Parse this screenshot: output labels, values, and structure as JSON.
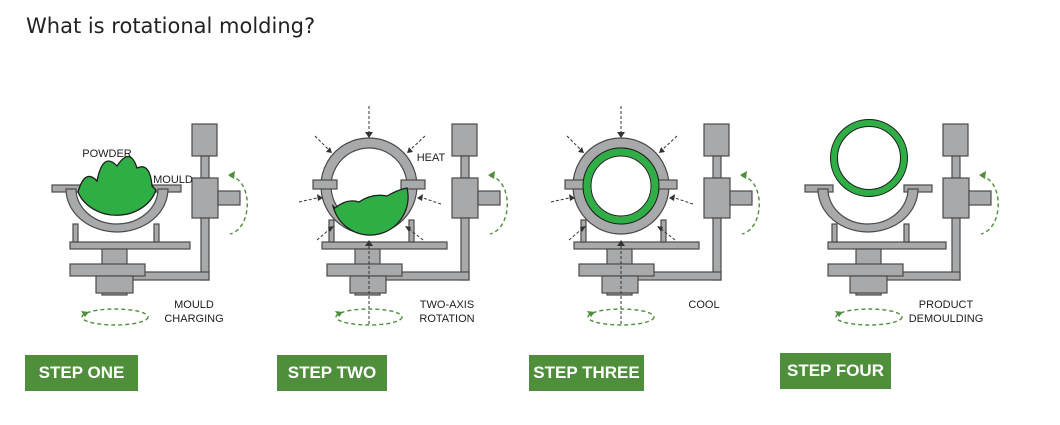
{
  "title": "What is rotational molding?",
  "colors": {
    "accent": "#4f8e3b",
    "material": "#2fae46",
    "metal": "#a8a9ab",
    "outline": "#4a4a4a"
  },
  "steps": [
    {
      "button": "STEP ONE",
      "caption": [
        "MOULD",
        "CHARGING"
      ],
      "callouts": [
        "POWDER",
        "MOULD"
      ]
    },
    {
      "button": "STEP TWO",
      "caption": [
        "TWO-AXIS",
        "ROTATION"
      ],
      "callouts": [
        "HEAT"
      ]
    },
    {
      "button": "STEP THREE",
      "caption": [
        "COOL"
      ],
      "callouts": []
    },
    {
      "button": "STEP FOUR",
      "caption": [
        "PRODUCT",
        "DEMOULDING"
      ],
      "callouts": []
    }
  ]
}
